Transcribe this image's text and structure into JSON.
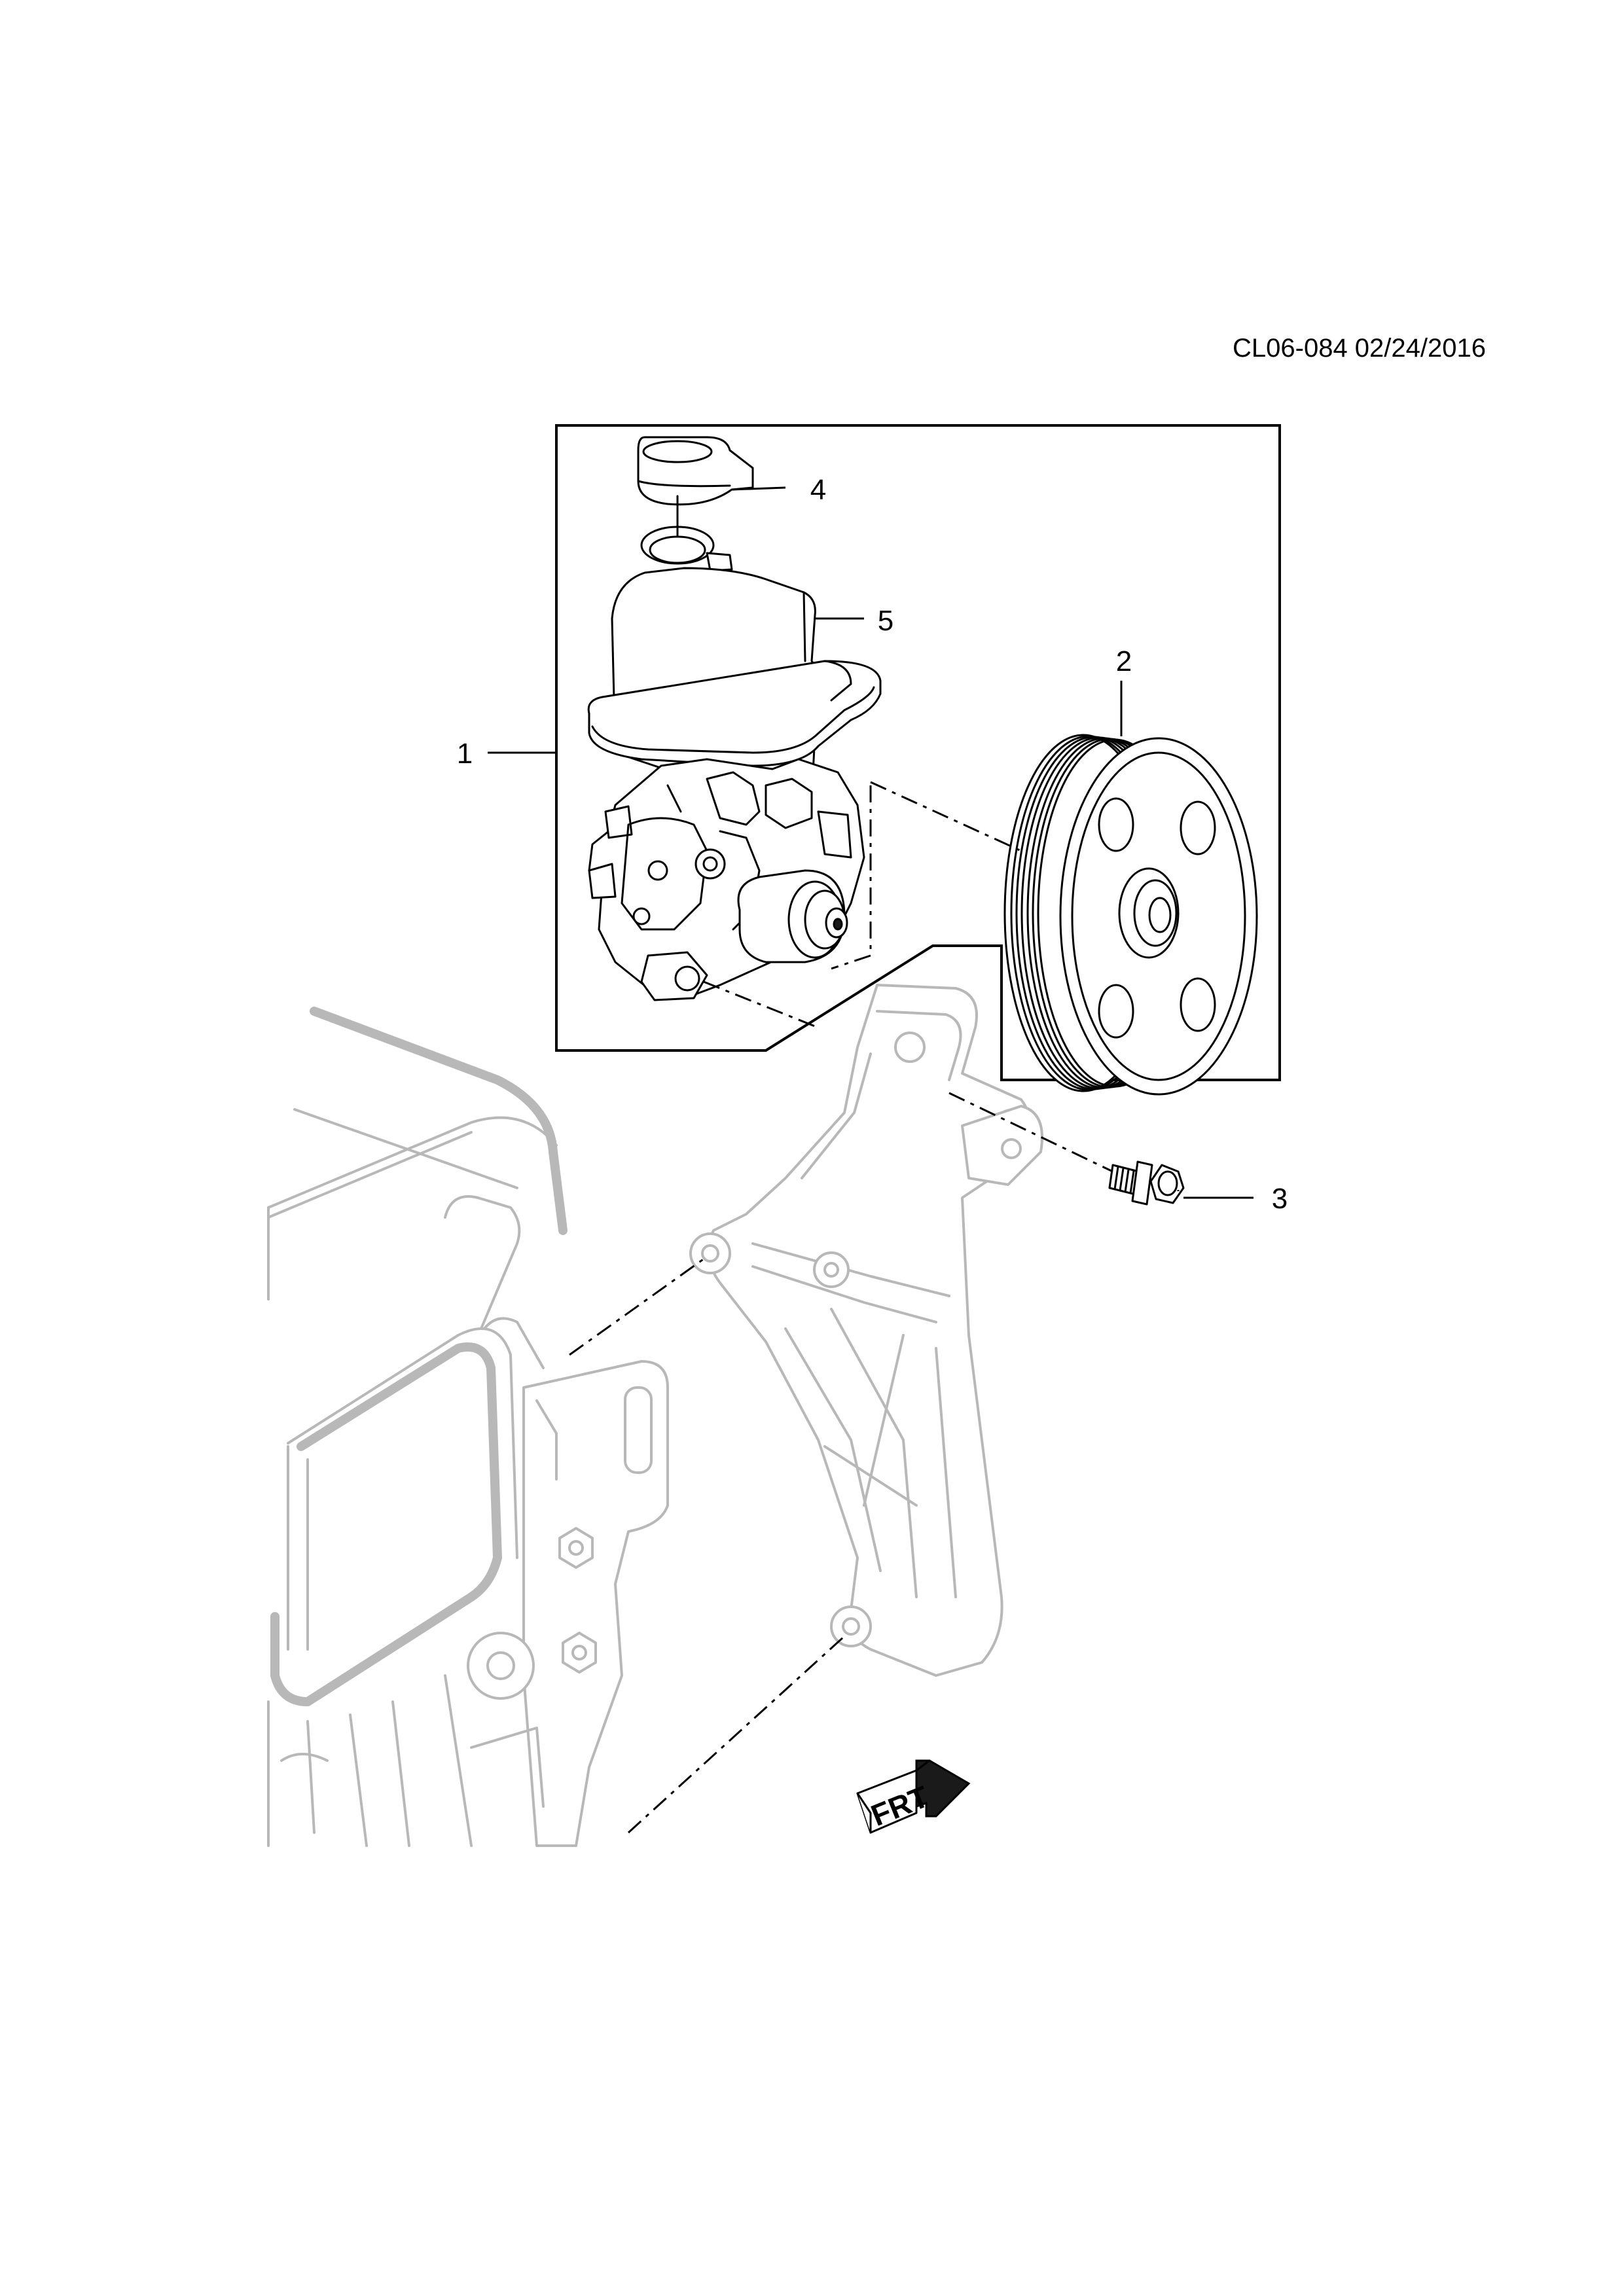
{
  "header": {
    "reference": "CL06-084 02/24/2016"
  },
  "callouts": [
    {
      "id": "1",
      "label": "1"
    },
    {
      "id": "2",
      "label": "2"
    },
    {
      "id": "3",
      "label": "3"
    },
    {
      "id": "4",
      "label": "4"
    },
    {
      "id": "5",
      "label": "5"
    }
  ],
  "orientation_marker": {
    "label": "FRT",
    "icon": "front-direction-arrow-icon"
  },
  "colors": {
    "ink": "#000000",
    "ghost": "#b8b8b8",
    "background": "#ffffff"
  }
}
